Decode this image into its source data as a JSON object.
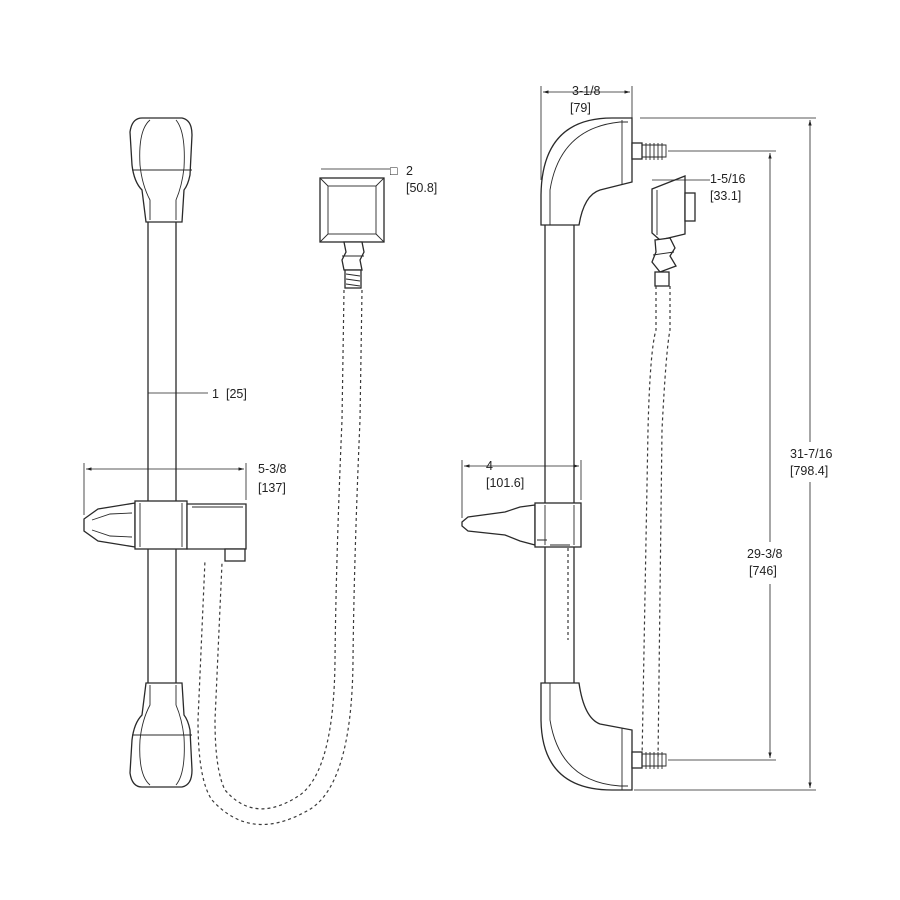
{
  "dimensions": {
    "bar_diameter": {
      "value": "1",
      "metric": "[25]"
    },
    "slider_projection": {
      "value": "5-3/8",
      "metric": "[137]"
    },
    "outlet_square_symbol": "□",
    "outlet_square": {
      "value": "2",
      "metric": "[50.8]"
    },
    "bracket_depth": {
      "value": "3-1/8",
      "metric": "[79]"
    },
    "outlet_depth": {
      "value": "1-5/16",
      "metric": "[33.1]"
    },
    "holder_projection": {
      "value": "4",
      "metric": "[101.6]"
    },
    "overall_height": {
      "value": "31-7/16",
      "metric": "[798.4]"
    },
    "mount_centers": {
      "value": "29-3/8",
      "metric": "[746]"
    }
  }
}
